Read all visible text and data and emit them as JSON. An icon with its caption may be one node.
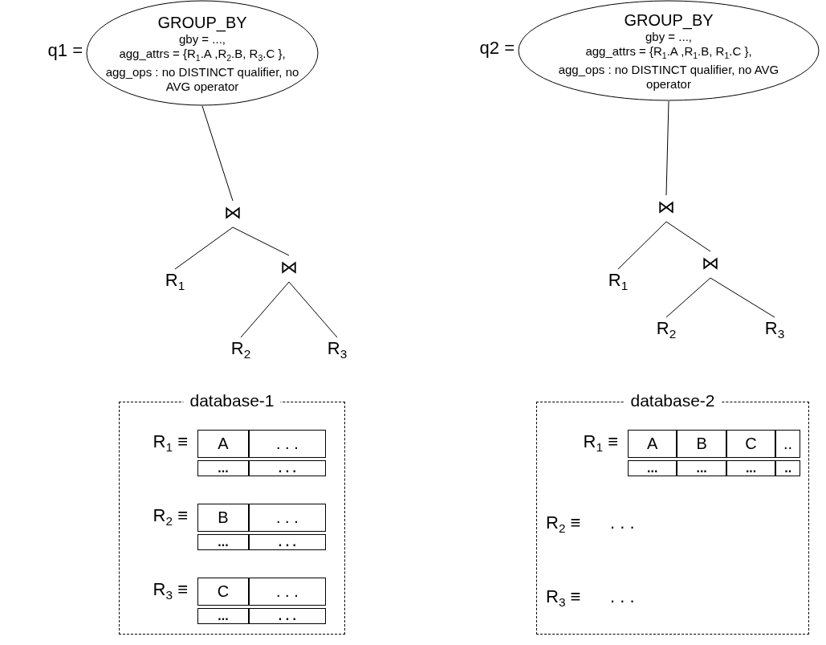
{
  "diagram": {
    "nodes": [
      {
        "text": [
          "GROUP_BY",
          "gby = ...,",
          "agg_attrs = {R$_{1}$.A ,R$_{2}$.B, R$_{3}$.C },",
          "agg_ops : no DISTINCT qualifier, no AVG operator"
        ],
        "beside": [
          "q1 ="
        ]
      },
      {
        "text": [
          "⋈"
        ]
      },
      {
        "text": [
          "R$_{1}$"
        ]
      },
      {
        "text": [
          "⋈"
        ]
      },
      {
        "text": [
          "R$_{2}$"
        ]
      },
      {
        "text": [
          "R$_{3}$"
        ]
      },
      {
        "text": [
          "GROUP_BY",
          "gby = ...,",
          "agg_attrs = {R$_{1}$.A ,R$_{1}$.B, R$_{1}$.C },",
          "agg_ops : no DISTINCT qualifier, no AVG operator"
        ],
        "beside": [
          "q2 ="
        ]
      },
      {
        "text": [
          "⋈"
        ]
      },
      {
        "text": [
          "R$_{1}$"
        ]
      },
      {
        "text": [
          "⋈"
        ]
      },
      {
        "text": [
          "R$_{2}$"
        ]
      },
      {
        "text": [
          "R$_{3}$"
        ]
      },
      {
        "text": [
          "database-1"
        ]
      },
      {
        "text": [
          "A",
          ". . .",
          "...",
          ". . ."
        ],
        "beside": [
          "R$_{1}$ ≡"
        ],
        "in": 12
      },
      {
        "text": [
          "B",
          ". . .",
          "...",
          ". . ."
        ],
        "beside": [
          "R$_{2}$ ≡"
        ],
        "in": 12
      },
      {
        "text": [
          "C",
          ". . .",
          "...",
          ". . ."
        ],
        "beside": [
          "R$_{3}$ ≡"
        ],
        "in": 12
      },
      {
        "text": [
          "database-2"
        ]
      },
      {
        "text": [
          "A",
          "B",
          "C",
          "..",
          "...",
          "...",
          "...",
          ".."
        ],
        "beside": [
          "R$_{1}$ ≡"
        ],
        "in": 16
      }
    ],
    "edges": [
      {
        "from": 0,
        "to": 1,
        "arrow": "none"
      },
      {
        "from": 1,
        "to": 2,
        "arrow": "none"
      },
      {
        "from": 1,
        "to": 3,
        "arrow": "none"
      },
      {
        "from": 3,
        "to": 4,
        "arrow": "none"
      },
      {
        "from": 3,
        "to": 5,
        "arrow": "none"
      },
      {
        "from": 6,
        "to": 7,
        "arrow": "none"
      },
      {
        "from": 7,
        "to": 8,
        "arrow": "none"
      },
      {
        "from": 7,
        "to": 9,
        "arrow": "none"
      },
      {
        "from": 9,
        "to": 10,
        "arrow": "none"
      },
      {
        "from": 9,
        "to": 11,
        "arrow": "none"
      }
    ],
    "labels": [
      "R$_{2}$ ≡",
      ". . .",
      "R$_{3}$ ≡",
      ". . ."
    ]
  }
}
